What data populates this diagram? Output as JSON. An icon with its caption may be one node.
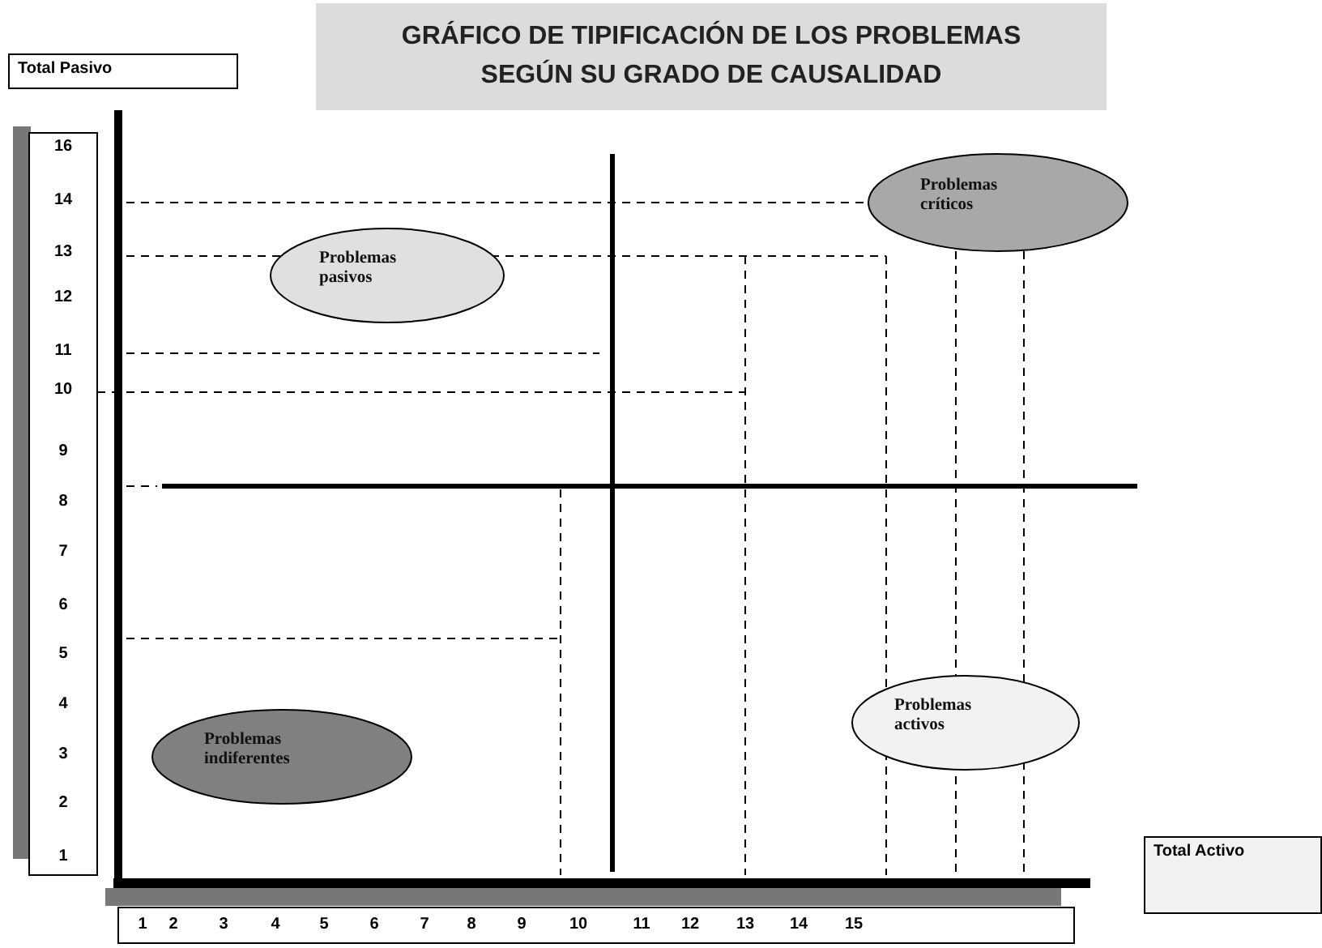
{
  "diagram": {
    "title": "GRÁFICO DE TIPIFICACIÓN  DE LOS PROBLEMAS SEGÚN SU GRADO DE CAUSALIDAD",
    "nodes": [
      {
        "text": [
          "Total Pasivo"
        ]
      },
      {
        "text": [
          "Problemas críticos"
        ]
      },
      {
        "text": [
          "Problemas pasivos"
        ]
      },
      {
        "text": [
          "Problemas activos"
        ]
      },
      {
        "text": [
          "Problemas indiferentes"
        ]
      },
      {
        "text": [
          "Total Activo"
        ]
      }
    ],
    "labels": [
      "16",
      "14",
      "13",
      "12",
      "11",
      "10",
      "9",
      "8",
      "7",
      "6",
      "5",
      "4",
      "3",
      "2",
      "1",
      "1",
      "2",
      "3",
      "4",
      "5",
      "6",
      "7",
      "8",
      "9",
      "10",
      "11",
      "12",
      "13",
      "14",
      "15"
    ]
  }
}
